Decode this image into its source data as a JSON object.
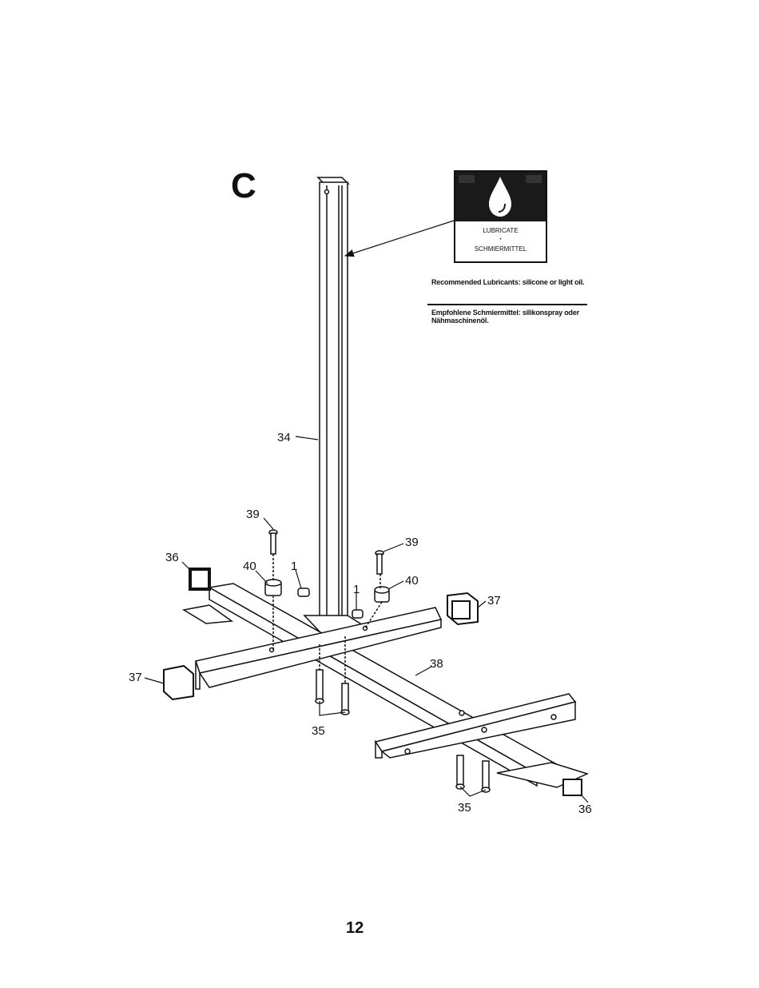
{
  "step_letter": "C",
  "lubricate_box": {
    "icon": "oil-drop-icon",
    "line1": "LUBRICATE",
    "separator": "•",
    "line2": "SCHMIERMITTEL"
  },
  "notes": {
    "english": "Recommended Lubricants: silicone or light oil.",
    "german": "Empfohlene Schmiermittel: silikonspray oder Nähmaschinenöl."
  },
  "callouts": {
    "c34": "34",
    "c39a": "39",
    "c39b": "39",
    "c36a": "36",
    "c36b": "36",
    "c40a": "40",
    "c40b": "40",
    "c1a": "1",
    "c1b": "1",
    "c37a": "37",
    "c37b": "37",
    "c38": "38",
    "c35a": "35",
    "c35b": "35"
  },
  "page_number": "12"
}
